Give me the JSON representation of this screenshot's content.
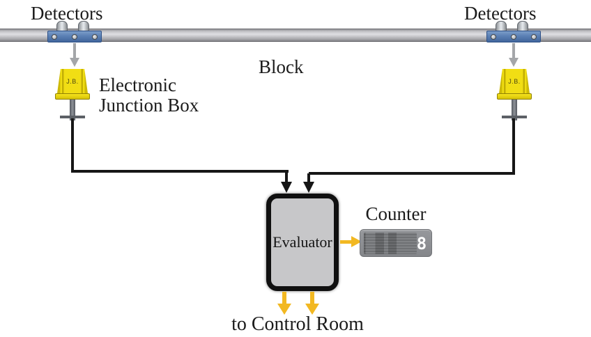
{
  "diagram": {
    "title_context": "axle counter block diagram",
    "labels": {
      "detectors": "Detectors",
      "block": "Block",
      "electronic_line1": "Electronic",
      "electronic_line2": "Junction Box",
      "jb": "J.B.",
      "evaluator": "Evaluator",
      "counter": "Counter",
      "to_control_room": "to Control Room"
    },
    "counter": {
      "digit": "8"
    },
    "colors": {
      "rail_gray": "#c6c8cc",
      "bracket_blue": "#5b80b4",
      "detector_cylinder_gray": "#c9cdd1",
      "junction_box_yellow": "#f1de14",
      "cable_black": "#161616",
      "arrow_gray": "#a4a6a9",
      "arrow_yellow": "#f2b822",
      "evaluator_fill": "#c7c7c9",
      "evaluator_border": "#101010",
      "counter_body_gray": "#8a8c8f",
      "counter_display_gray": "#737578",
      "counter_digit_white": "#ffffff"
    }
  }
}
